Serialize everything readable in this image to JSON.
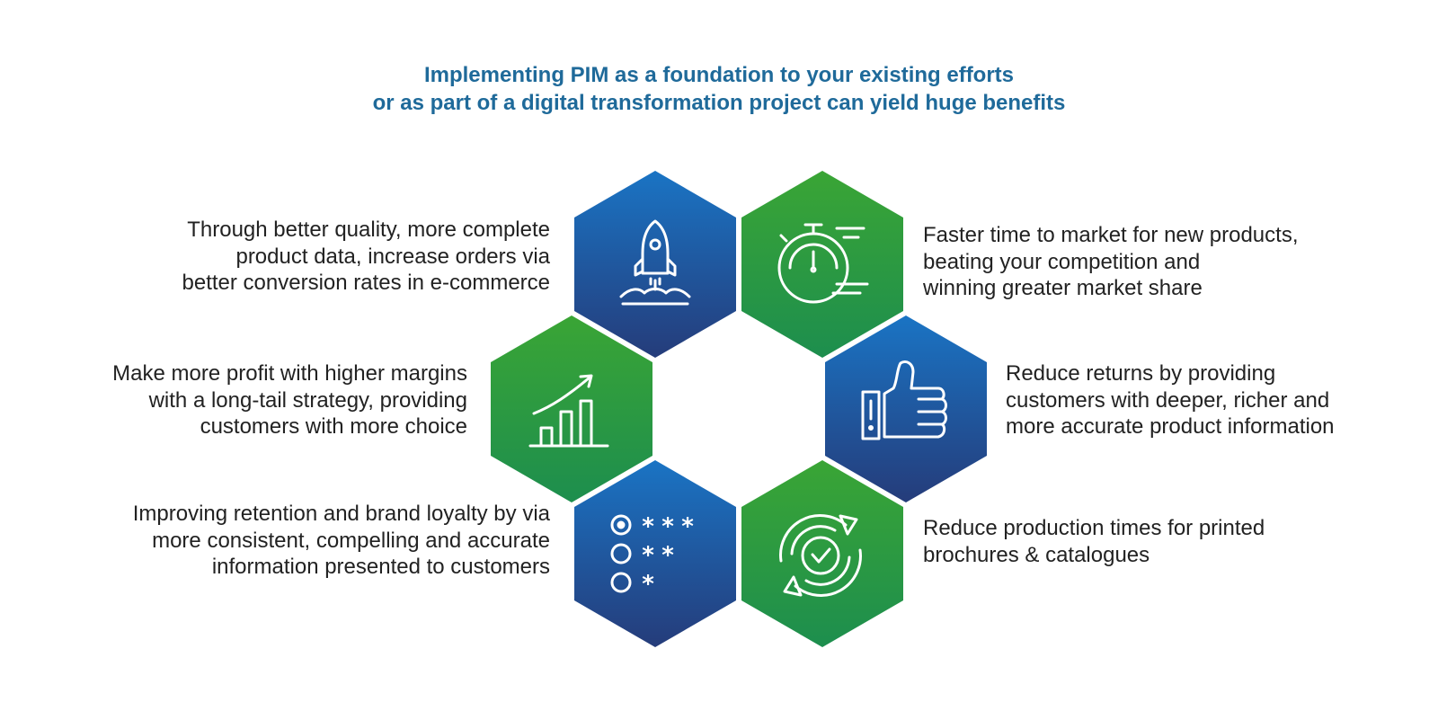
{
  "title": {
    "line1": "Implementing PIM as a foundation to your existing efforts",
    "line2": "or as part of a digital transformation project can yield huge benefits"
  },
  "colors": {
    "title": "#1f6a9a",
    "text": "#222222",
    "blue_top": "#1a74c4",
    "blue_bottom": "#253c7a",
    "green_top": "#3aa535",
    "green_bottom": "#1d8e4e"
  },
  "benefits": [
    {
      "icon": "rocket-icon",
      "color": "blue",
      "lines": [
        "Through better quality, more complete",
        "product data, increase orders via",
        "better conversion rates in e-commerce"
      ]
    },
    {
      "icon": "stopwatch-icon",
      "color": "green",
      "lines": [
        "Faster time to market for new products,",
        "beating your competition and",
        "winning greater market share"
      ]
    },
    {
      "icon": "growth-chart-icon",
      "color": "green",
      "lines": [
        "Make more profit with higher margins",
        "with a long-tail strategy, providing",
        "customers with more choice"
      ]
    },
    {
      "icon": "thumbs-up-icon",
      "color": "blue",
      "lines": [
        "Reduce returns by providing",
        "customers with deeper, richer and",
        "more accurate product information"
      ]
    },
    {
      "icon": "star-rating-icon",
      "color": "blue",
      "lines": [
        "Improving retention and brand loyalty by via",
        "more consistent, compelling and accurate",
        "information presented to customers"
      ]
    },
    {
      "icon": "cycle-check-icon",
      "color": "green",
      "lines": [
        "Reduce production times for printed",
        "brochures & catalogues"
      ]
    }
  ]
}
